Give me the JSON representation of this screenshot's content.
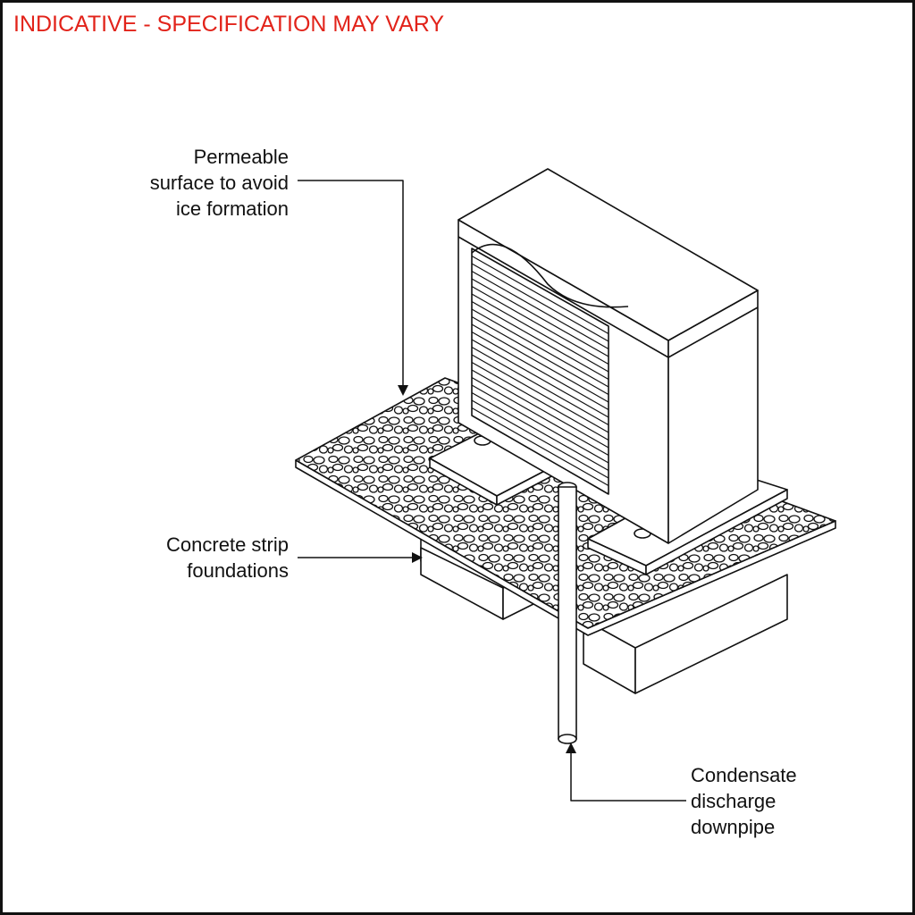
{
  "title": "INDICATIVE - SPECIFICATION MAY VARY",
  "colors": {
    "title": "#e2231a",
    "lines": "#111111"
  },
  "labels": {
    "permeable": [
      "Permeable",
      "surface to avoid",
      "ice formation"
    ],
    "foundations": [
      "Concrete strip",
      "foundations"
    ],
    "downpipe": [
      "Condensate",
      "discharge",
      "downpipe"
    ]
  }
}
